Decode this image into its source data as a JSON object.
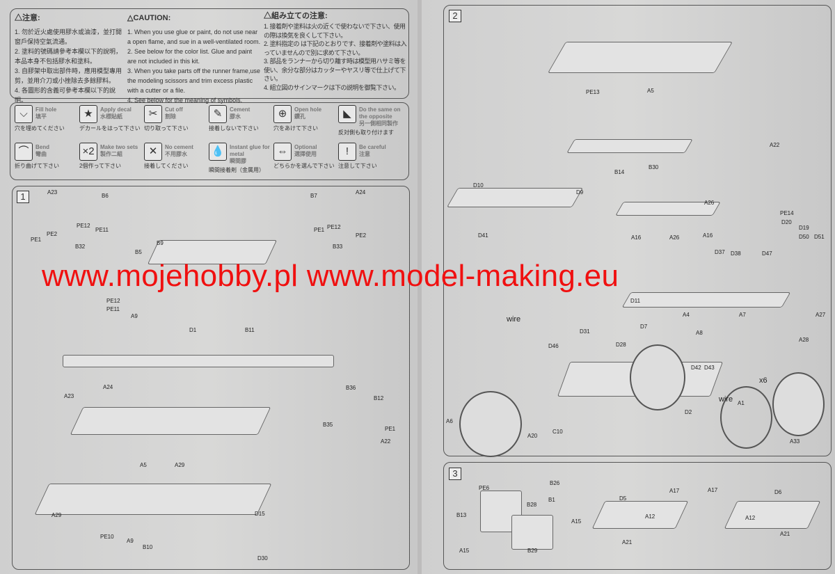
{
  "caution": {
    "chinese": {
      "title": "△注意:",
      "items": [
        "1. 勿於近火處使用膠水或油漆，並打開窗戶保持空氣流通。",
        "2. 塗料的號碼請參考本欄以下的說明，本品本身不包括膠水和塗料。",
        "3. 自膠架中取出部件時，應用模型專用剪，並用介刀或小挫除去多餘膠料。",
        "4. 各圖形的含義可參考本欄以下的說明。"
      ]
    },
    "english": {
      "title": "△CAUTION:",
      "items": [
        "1. When you use glue or paint, do not use near a open flame, and sue in a well-ventilated room.",
        "2. See below for the color list. Glue and paint are not included in this kit.",
        "3. When you take parts off the runner frame,use the modeling scissors and trim excess plastic with a cutter or a file.",
        "4. See below for the meaning of symbols."
      ]
    },
    "japanese": {
      "title": "△組み立ての注意:",
      "items": [
        "1. 接着剤や塗料は火の近くで使わないで下さい、使用の際は換気を良くして下さい。",
        "2. 塗料指定の は下記のとおりです、接着剤や塗料は入っていませんので別に求めて下さい。",
        "3. 部品をランナーから切り離す時は模型用ハサミ等を使い、余分な部分はカッターやヤスリ等で仕上げて下さい。",
        "4. 組立図のサインマークは下の説明を御覧下さい。"
      ]
    }
  },
  "symbols": [
    {
      "icon": "fill-hole-icon",
      "glyph": "⌵",
      "en": "Fill hole",
      "zh": "填平",
      "ja": "穴を埋めてください"
    },
    {
      "icon": "apply-decal-icon",
      "glyph": "★",
      "en": "Apply decal",
      "zh": "水標貼紙",
      "ja": "デカールをはって下さい"
    },
    {
      "icon": "cut-off-icon",
      "glyph": "✂",
      "en": "Cut off",
      "zh": "割除",
      "ja": "切り取って下さい"
    },
    {
      "icon": "cement-icon",
      "glyph": "✎",
      "en": "Cement",
      "zh": "膠水",
      "ja": "接着しないで下さい"
    },
    {
      "icon": "open-hole-icon",
      "glyph": "⊕",
      "en": "Open hole",
      "zh": "鑽孔",
      "ja": "穴をあけて下さい"
    },
    {
      "icon": "same-opposite-icon",
      "glyph": "◣",
      "en": "Do the same on the opposite",
      "zh": "另一側相同製作",
      "ja": "反対側も取り付けます"
    },
    {
      "icon": "bend-icon",
      "glyph": "⌒",
      "en": "Bend",
      "zh": "彎曲",
      "ja": "折り曲げて下さい"
    },
    {
      "icon": "make-two-sets-icon",
      "glyph": "×2",
      "en": "Make two sets",
      "zh": "製作二組",
      "ja": "2個作って下さい"
    },
    {
      "icon": "no-cement-icon",
      "glyph": "✕",
      "en": "No cement",
      "zh": "不用膠水",
      "ja": "接着してください"
    },
    {
      "icon": "instant-glue-icon",
      "glyph": "💧",
      "en": "Instant glue for metal",
      "zh": "瞬間膠",
      "ja": "瞬間接着剤（金属用）"
    },
    {
      "icon": "optional-icon",
      "glyph": "⇔",
      "en": "Optional",
      "zh": "選擇使用",
      "ja": "どちらかを選んで下さい"
    },
    {
      "icon": "be-careful-icon",
      "glyph": "!",
      "en": "Be careful",
      "zh": "注意",
      "ja": "注意して下さい"
    }
  ],
  "steps": [
    {
      "number": "1",
      "labels": [
        "A23",
        "B6",
        "B7",
        "A24",
        "PE12",
        "PE11",
        "PE1",
        "PE2",
        "B32",
        "PE1",
        "PE12",
        "PE2",
        "B33",
        "B9",
        "B5",
        "PE12",
        "PE11",
        "A9",
        "D1",
        "B11",
        "A24",
        "A23",
        "B36",
        "B12",
        "B35",
        "PE1",
        "A22",
        "A5",
        "A29",
        "A29",
        "D15",
        "PE10",
        "A9",
        "B10",
        "D30"
      ]
    },
    {
      "number": "2",
      "labels": [
        "PE13",
        "A5",
        "A22",
        "B14",
        "B30",
        "D10",
        "D9",
        "D41",
        "A26",
        "A16",
        "A26",
        "A16",
        "PE14",
        "D20",
        "D19",
        "D50",
        "D51",
        "D37",
        "D38",
        "D47",
        "D11",
        "D7",
        "A4",
        "A8",
        "A7",
        "A27",
        "A28",
        "wire",
        "wire",
        "D31",
        "D28",
        "D46",
        "D42",
        "D43",
        "x6",
        "A1",
        "A33",
        "A6",
        "A20",
        "C10",
        "D2"
      ]
    },
    {
      "number": "3",
      "labels": [
        "PE6",
        "B26",
        "B28",
        "B1",
        "A15",
        "B13",
        "A15",
        "B29",
        "D5",
        "A12",
        "A17",
        "A17",
        "A12",
        "D6",
        "A21",
        "A21"
      ]
    }
  ],
  "watermark": "www.mojehobby.pl www.model-making.eu",
  "colors": {
    "watermark": "#f01010",
    "paper": "#d4d4d3"
  }
}
